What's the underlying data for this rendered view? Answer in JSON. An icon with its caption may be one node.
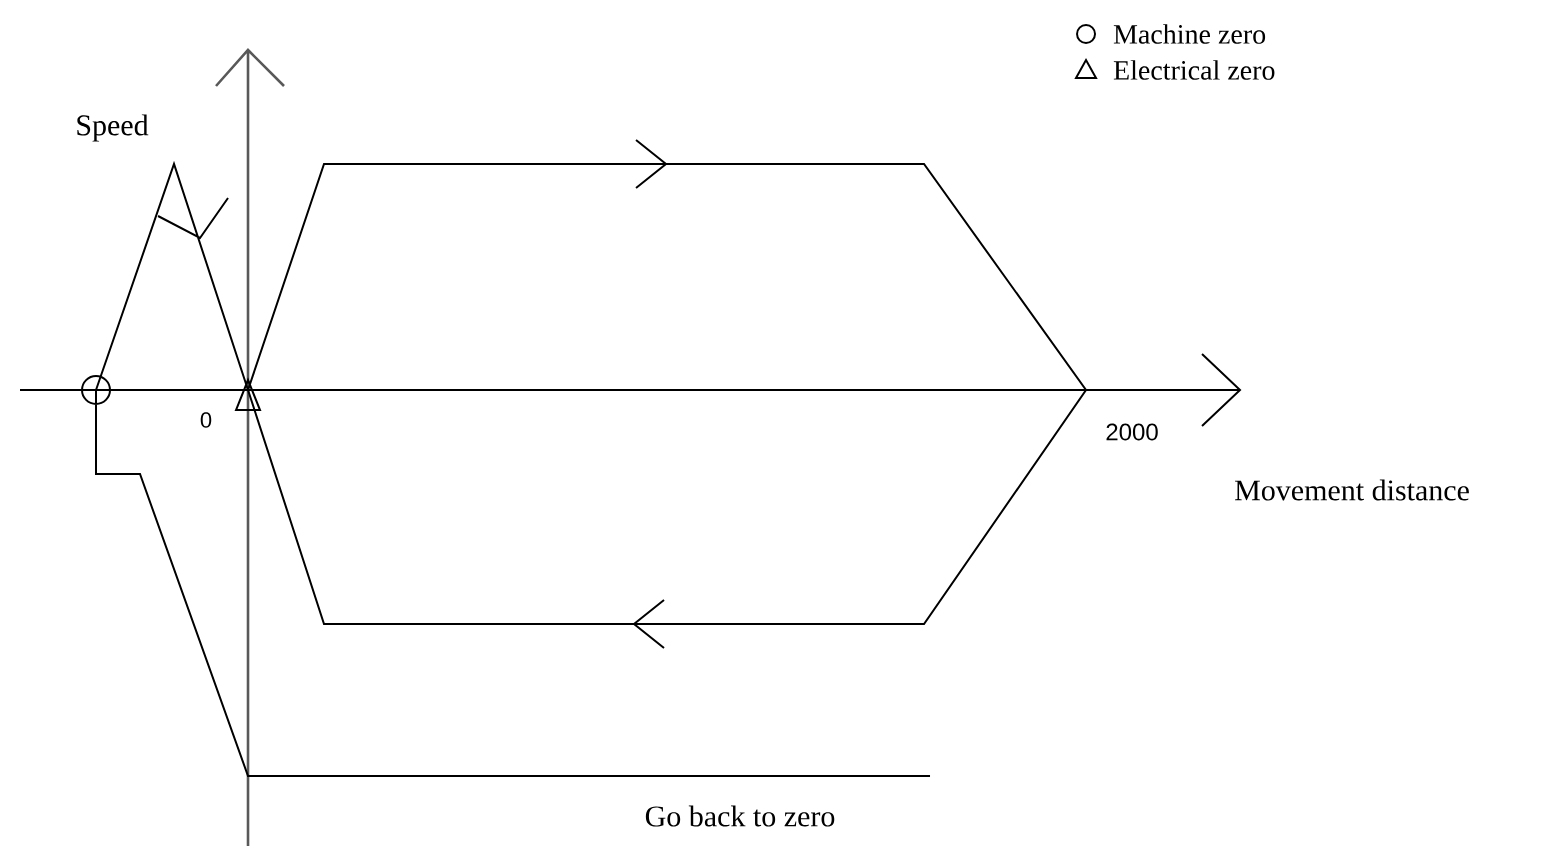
{
  "diagram": {
    "labels": [
      "Speed",
      "0",
      "2000",
      "Movement distance",
      "Go back to zero"
    ],
    "legend": [
      {
        "text": "Machine zero"
      },
      {
        "text": "Electrical zero"
      }
    ]
  }
}
